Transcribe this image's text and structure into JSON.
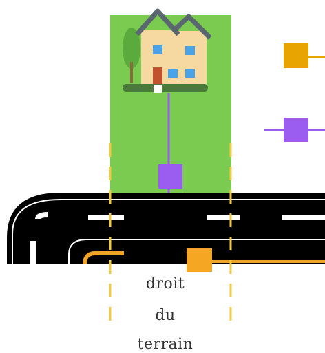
{
  "caption": {
    "line1": "droit",
    "line2": "du",
    "line3": "terrain"
  },
  "colors": {
    "lot_green": "#7ACB4F",
    "road": "#000000",
    "road_marking": "#ffffff",
    "property_line": "#F5C842",
    "gas_line": "#F0A329",
    "gas_marker": "#E8A400",
    "meter_purple": "#9B5CF0",
    "house_wall": "#F5D9A0",
    "house_roof": "#5B6770",
    "window_blue": "#4AA3E6",
    "door": "#C0522E",
    "tree": "#5BAA3E",
    "ground_strip": "#4A7A3A"
  },
  "icons": {
    "house": "house-icon",
    "tree": "tree-icon",
    "orange_connector": "orange-square-marker",
    "purple_connector": "purple-square-marker",
    "purple_meter": "purple-meter-box",
    "orange_meter": "orange-meter-box"
  }
}
